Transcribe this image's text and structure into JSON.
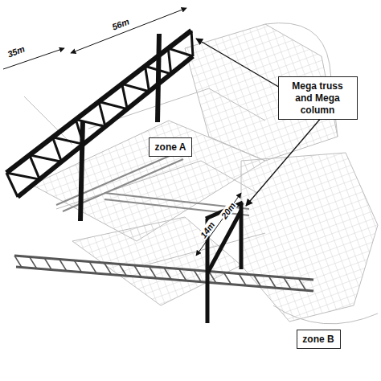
{
  "diagram": {
    "nodes": [
      {
        "text": [
          "Mega truss and Mega column"
        ]
      },
      {
        "text": [
          "zone A"
        ]
      },
      {
        "text": [
          "zone B"
        ]
      }
    ],
    "labels": [
      "56m",
      "35m",
      "20m",
      "14m"
    ]
  }
}
